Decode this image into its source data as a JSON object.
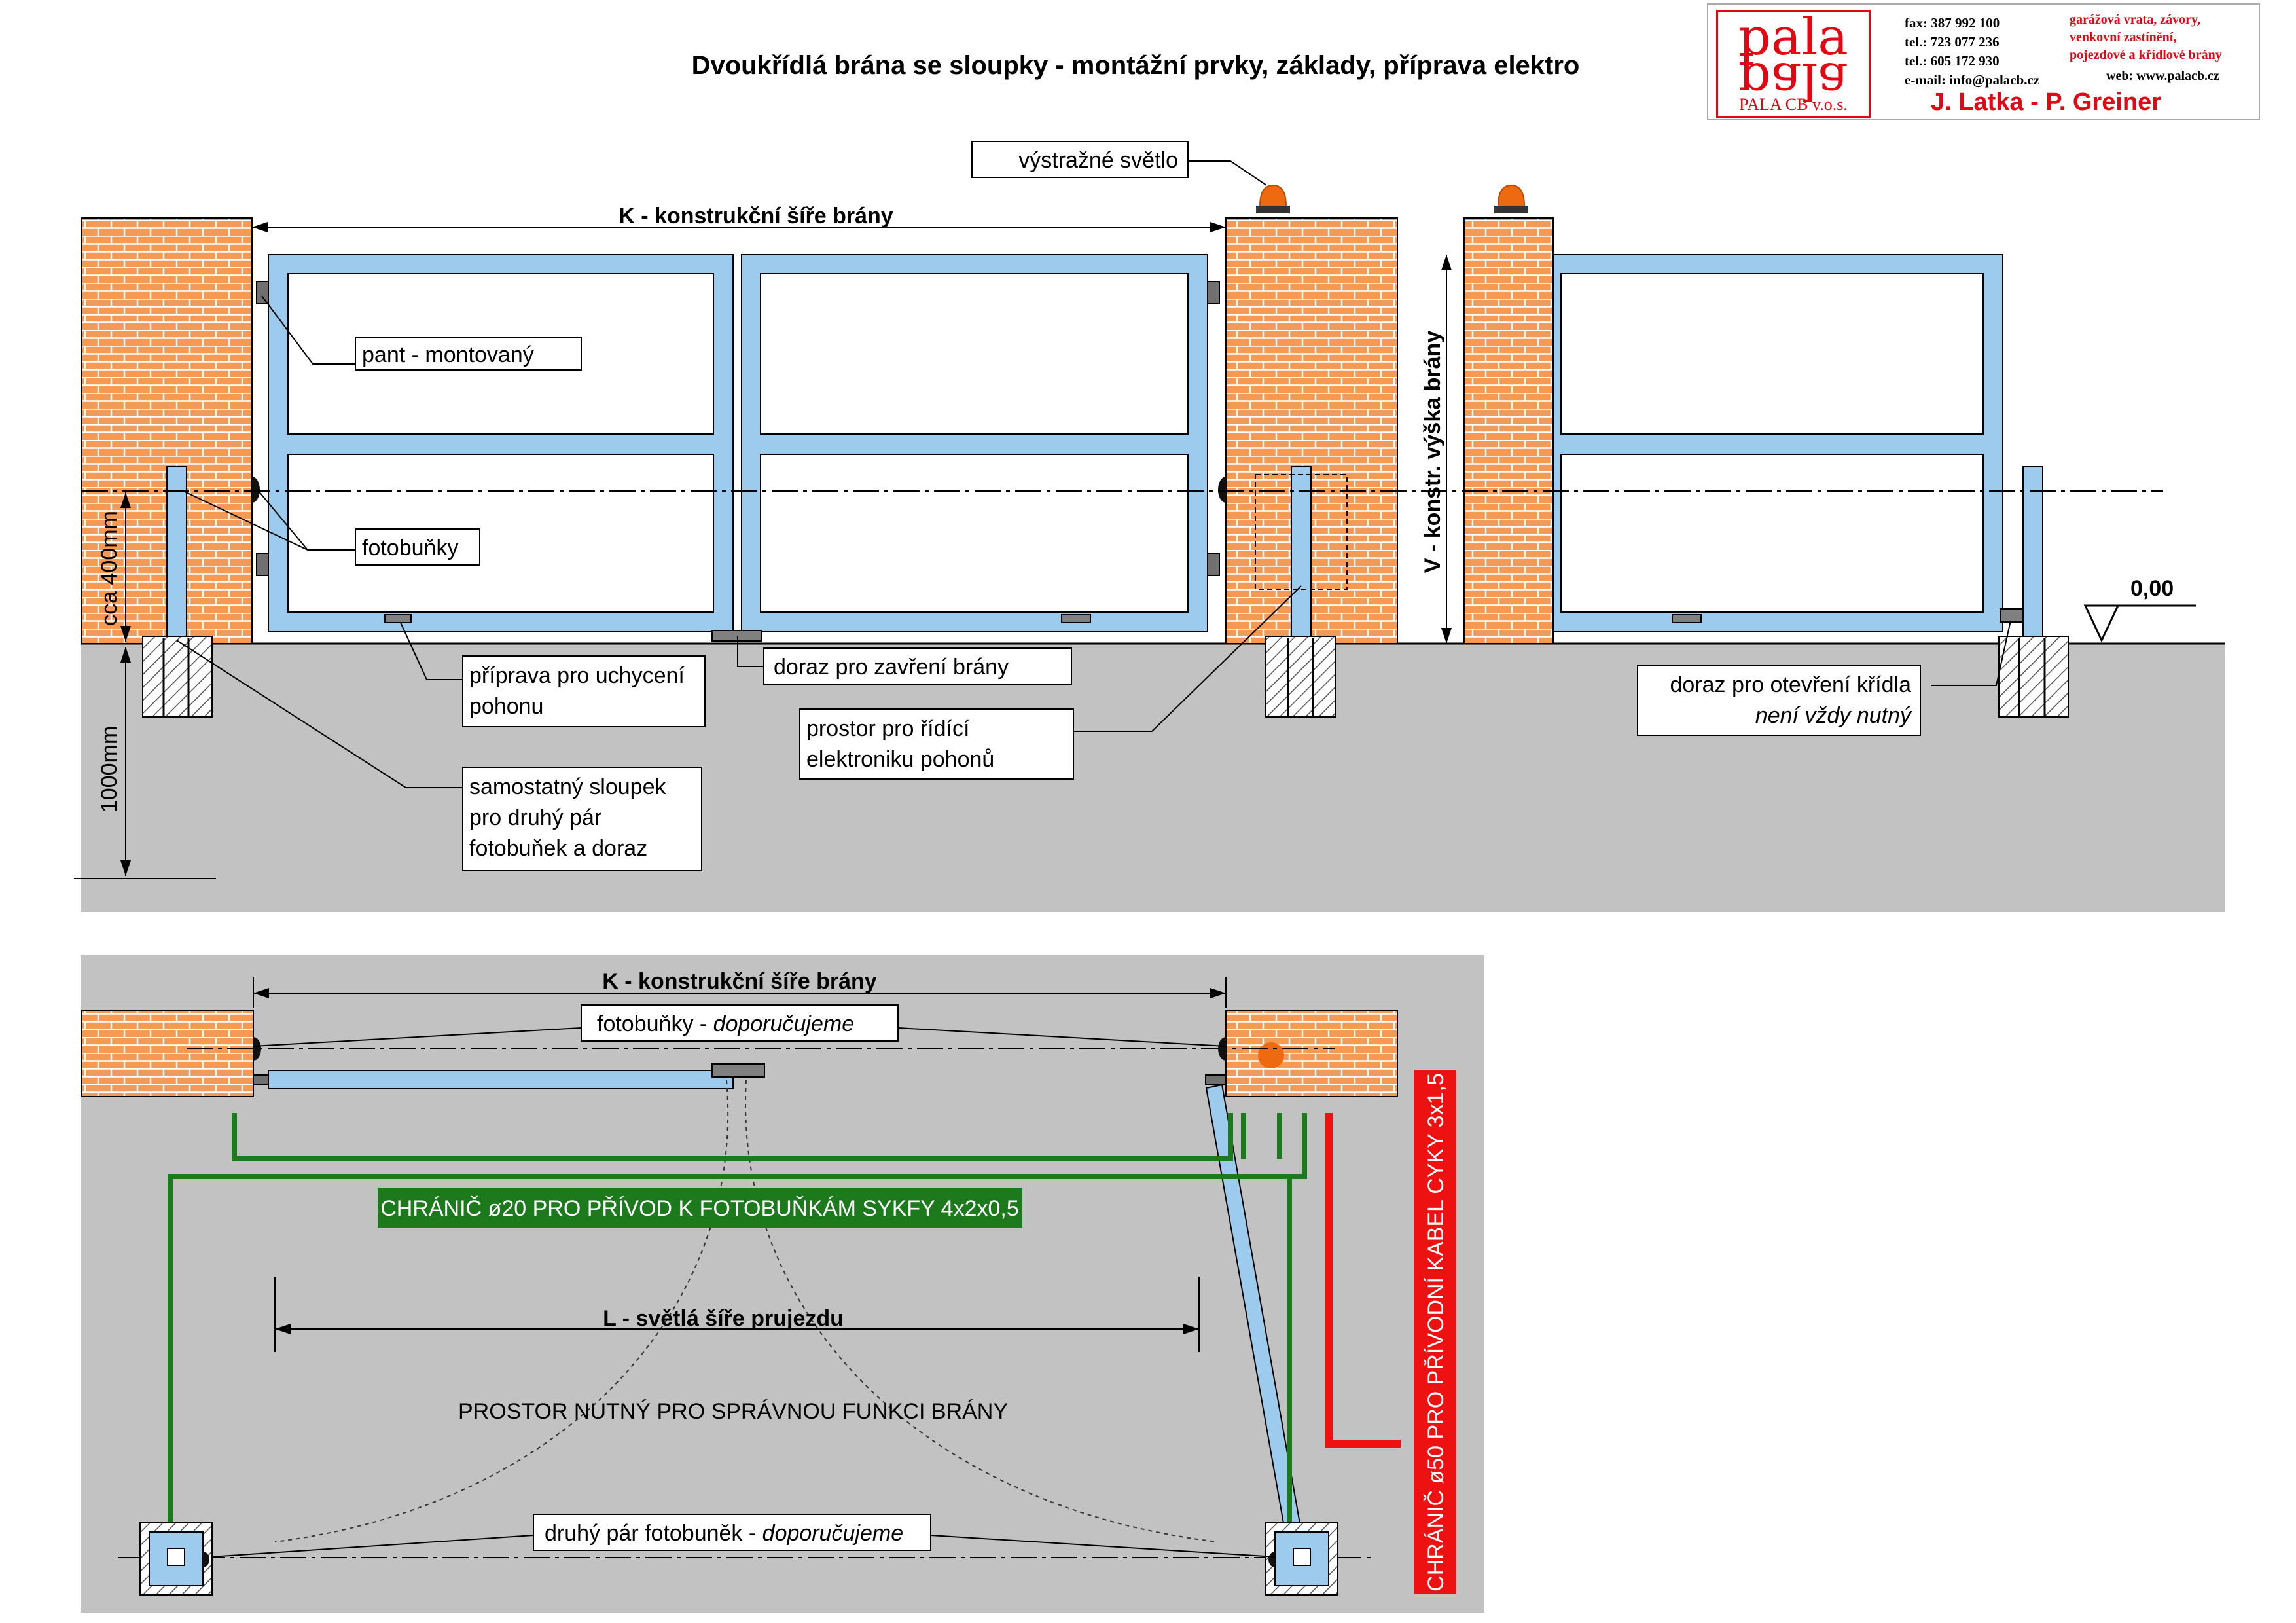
{
  "title": "Dvoukřídlá brána se sloupky - montážní prvky, základy, příprava elektro",
  "logo": {
    "brand": "pala",
    "company": "PALA CB  v.o.s.",
    "contacts": [
      "fax: 387 992 100",
      "tel.: 723 077 236",
      "tel.: 605 172 930",
      "e-mail: info@palacb.cz"
    ],
    "services": [
      "garážová vrata, závory,",
      "venkovní zastínění,",
      "pojezdové a křídlové brány"
    ],
    "web": "web: www.palacb.cz",
    "authors": "J. Latka - P. Greiner"
  },
  "elevation": {
    "dim_width": "K - konstrukční šíře brány",
    "dim_height": "V - konstr. výška brány",
    "dim_photocell_height": "cca 400mm",
    "dim_foundation_depth": "1000mm",
    "level": "0,00",
    "labels": {
      "warning_light": "výstražné světlo",
      "hinge": "pant - montovaný",
      "photocells": "fotobuňky",
      "motor_mount": [
        "příprava pro uchycení",
        "pohonu"
      ],
      "close_stop": "doraz pro zavření brány",
      "control_space": [
        "prostor pro řídící",
        "elektroniku pohonů"
      ],
      "separate_post": [
        "samostatný sloupek",
        "pro druhý pár",
        "fotobuňek a doraz"
      ],
      "open_stop": [
        "doraz pro otevření křídla",
        "není vždy nutný"
      ]
    }
  },
  "plan": {
    "dim_width": "K - konstrukční šíře brány",
    "photocells_label": "fotobuňky - ",
    "photocells_note": "doporučujeme",
    "conduit_green": "CHRÁNIČ ø20 PRO PŘÍVOD K FOTOBUŇKÁM  SYKFY 4x2x0,5",
    "clear_width": "L - světlá šíře prujezdu",
    "swing_space": "PROSTOR NUTNÝ PRO SPRÁVNOU FUNKCI BRÁNY",
    "second_pair_label": "druhý pár fotobuněk - ",
    "second_pair_note": "doporučujeme",
    "conduit_red": "CHRÁNIČ ø50 PRO PŘÍVODNÍ KABEL CYKY 3x1,5"
  },
  "colors": {
    "brick": "#f59a55",
    "mortar": "#ffffff",
    "gate_frame": "#9ccbed",
    "ground": "#c2c2c2",
    "conduit_green": "#1c7a1c",
    "conduit_red": "#ee1111",
    "lamp": "#ee6a10",
    "steel": "#707070"
  }
}
